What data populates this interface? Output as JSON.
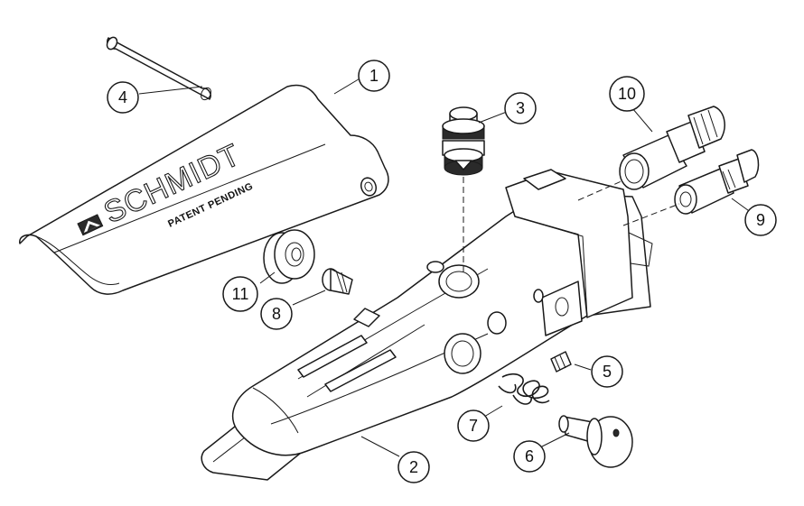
{
  "diagram": {
    "brand": "SCHMIDT",
    "brand_subtext": "PATENT PENDING",
    "callouts": [
      {
        "id": "callout-1",
        "label": "1"
      },
      {
        "id": "callout-2",
        "label": "2"
      },
      {
        "id": "callout-3",
        "label": "3"
      },
      {
        "id": "callout-4",
        "label": "4"
      },
      {
        "id": "callout-5",
        "label": "5"
      },
      {
        "id": "callout-6",
        "label": "6"
      },
      {
        "id": "callout-7",
        "label": "7"
      },
      {
        "id": "callout-8",
        "label": "8"
      },
      {
        "id": "callout-9",
        "label": "9"
      },
      {
        "id": "callout-10",
        "label": "10"
      },
      {
        "id": "callout-11",
        "label": "11"
      }
    ]
  }
}
